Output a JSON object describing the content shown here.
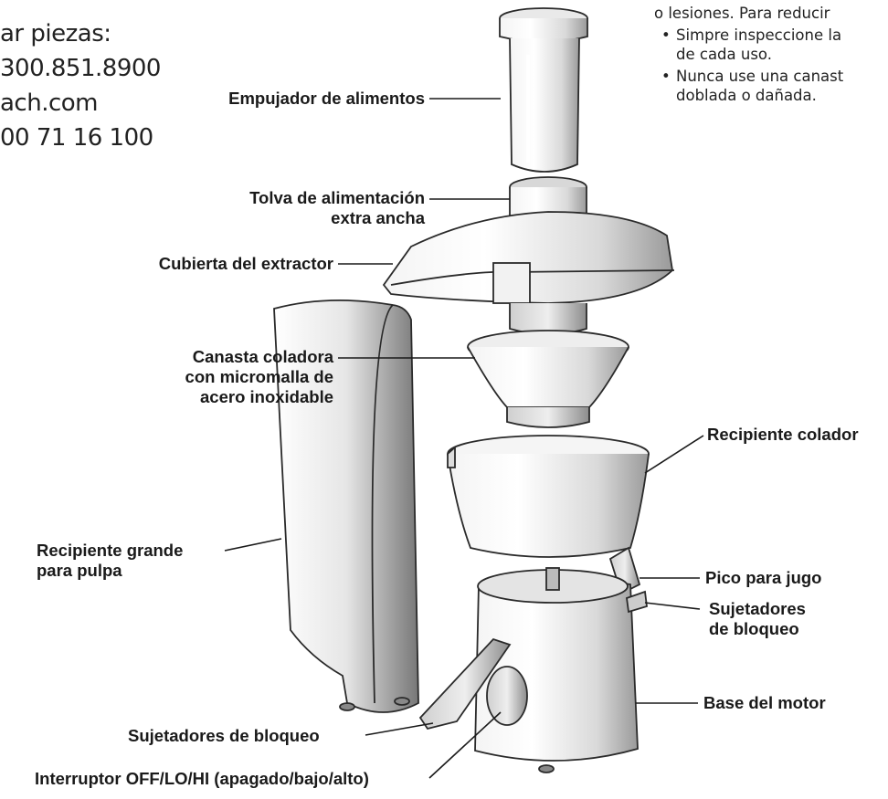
{
  "contact_lines": [
    "ar piezas:",
    "300.851.8900",
    "ach.com",
    "00 71 16 100"
  ],
  "warning": {
    "intro": "o lesiones. Para reducir",
    "bullet1_line1": "Simpre inspeccione la",
    "bullet1_line2": "de cada uso.",
    "bullet2_line1": "Nunca use una canast",
    "bullet2_line2": "doblada o dañada."
  },
  "labels": {
    "pusher": "Empujador de alimentos",
    "chute_line1": "Tolva de alimentación",
    "chute_line2": "extra ancha",
    "cover": "Cubierta del extractor",
    "basket_line1": "Canasta coladora",
    "basket_line2": "con micromalla de",
    "basket_line3": "acero inoxidable",
    "bowl": "Recipiente colador",
    "pulp_line1": "Recipiente grande",
    "pulp_line2": "para pulpa",
    "spout": "Pico para jugo",
    "locks_right_line1": "Sujetadores",
    "locks_right_line2": "de bloqueo",
    "base": "Base del motor",
    "locks_left": "Sujetadores de bloqueo",
    "switch": "Interruptor OFF/LO/HI (apagado/bajo/alto)"
  }
}
